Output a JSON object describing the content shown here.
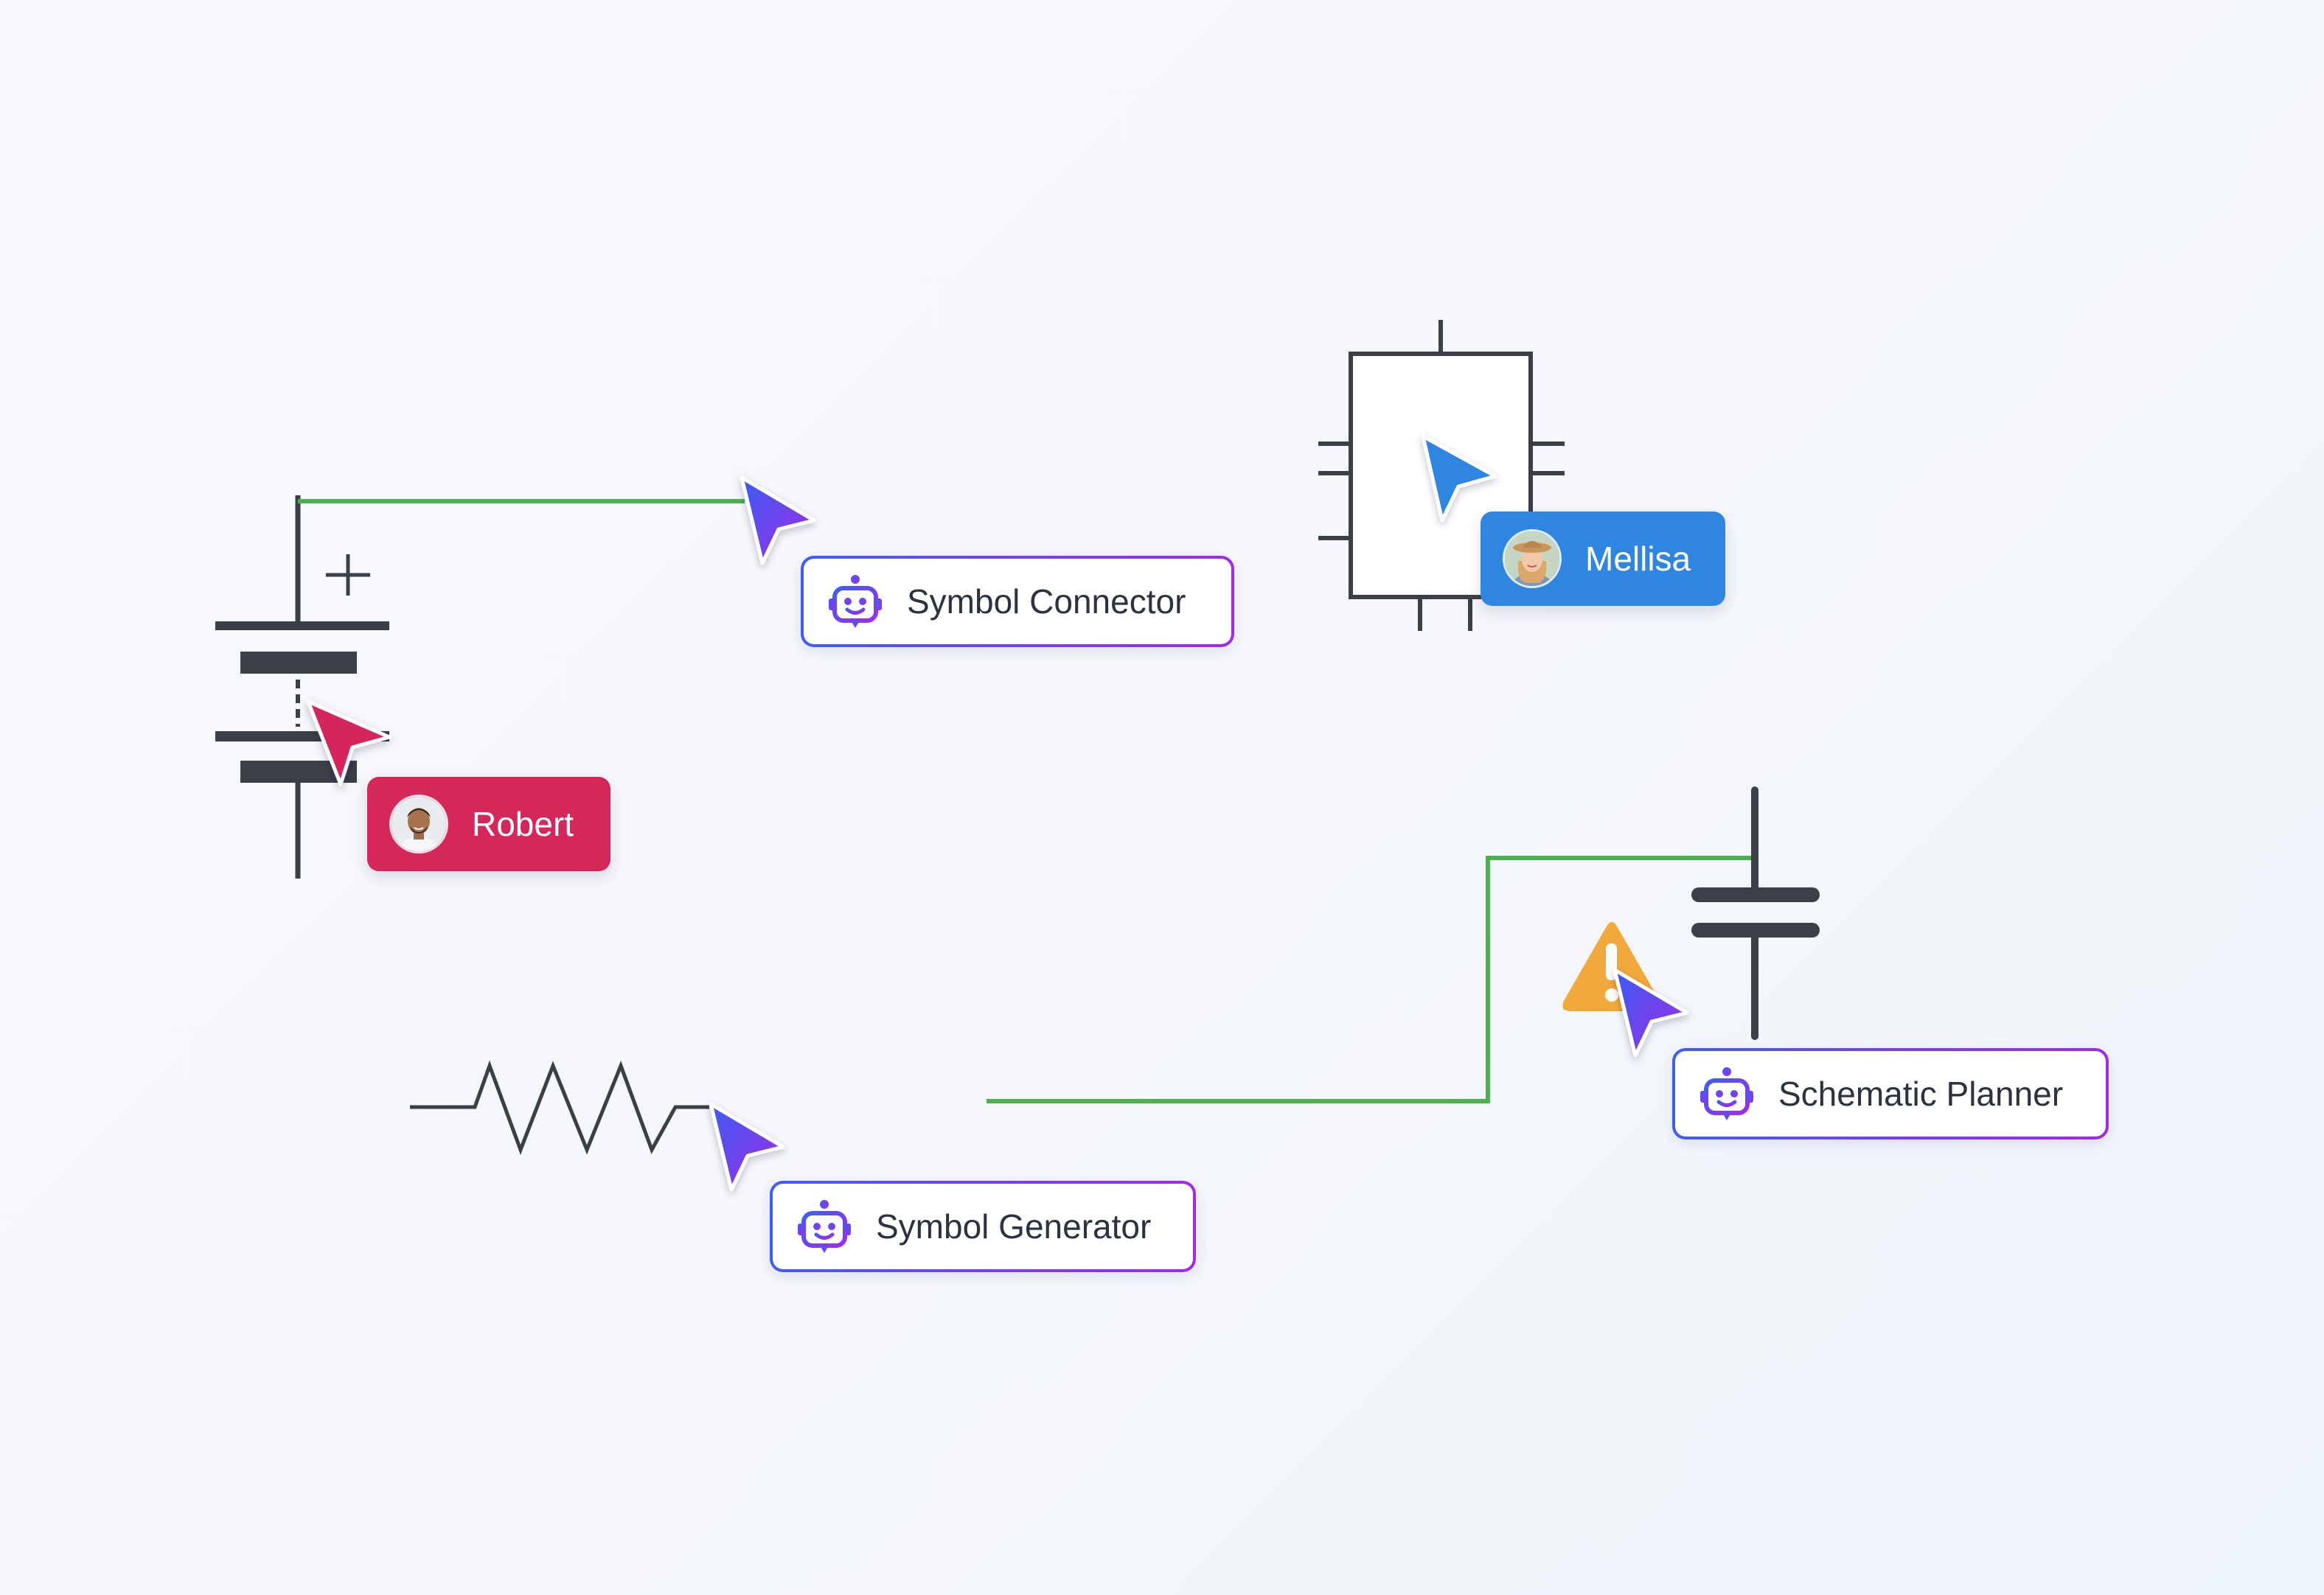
{
  "agents": [
    {
      "label": "Symbol Connector",
      "icon": "robot-icon"
    },
    {
      "label": "Symbol Generator",
      "icon": "robot-icon"
    },
    {
      "label": "Schematic Planner",
      "icon": "robot-icon"
    }
  ],
  "users": [
    {
      "name": "Robert",
      "color": "#d4275a"
    },
    {
      "name": "Mellisa",
      "color": "#2f86e0"
    }
  ],
  "colors": {
    "wire": "#4cb04f",
    "symbol": "#3b3f48",
    "warning": "#f2a93b",
    "agent_gradient_start": "#3d5ef5",
    "agent_gradient_end": "#a02be8"
  },
  "symbols": [
    "battery",
    "resistor",
    "ic-chip",
    "capacitor",
    "warning-icon"
  ]
}
